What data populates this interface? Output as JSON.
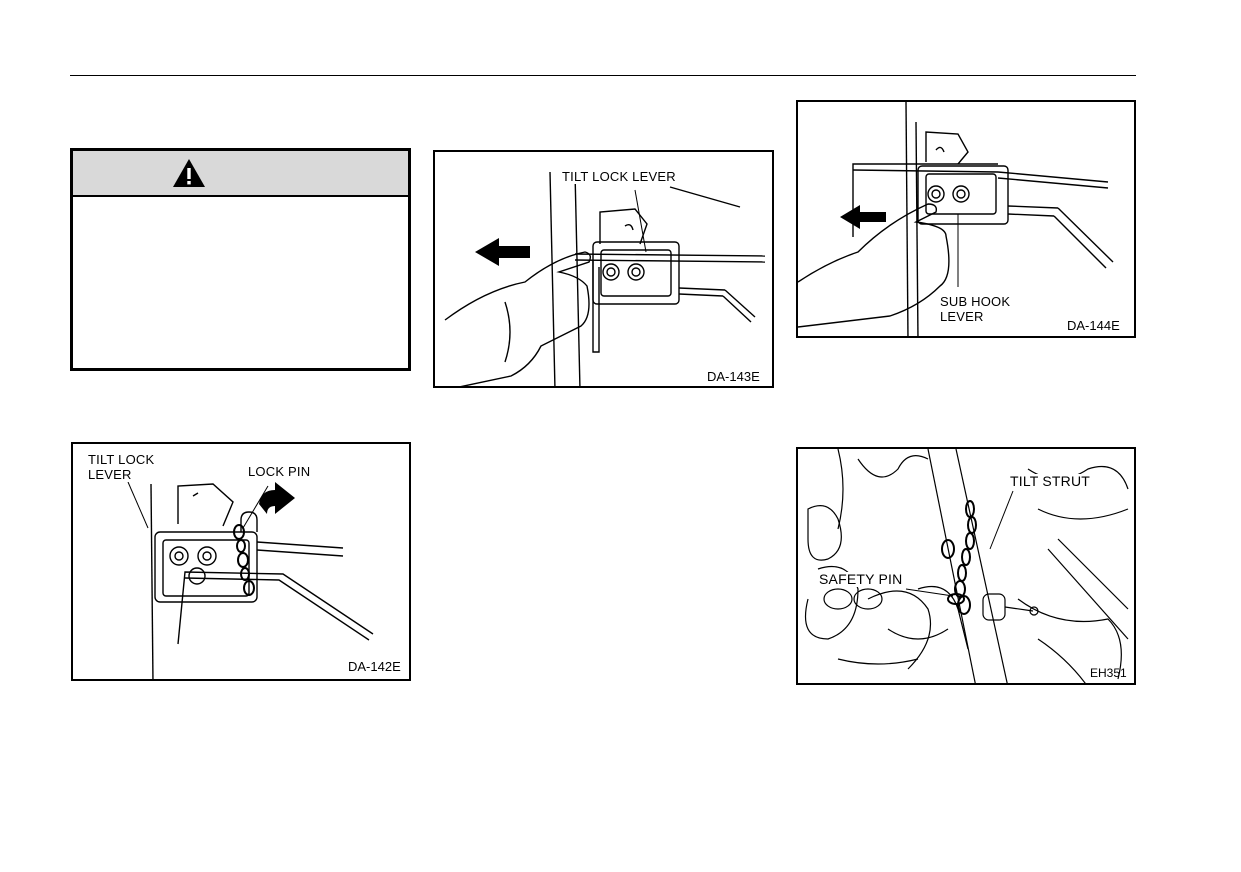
{
  "warning_box": {
    "icon": "warning-triangle-icon"
  },
  "figures": {
    "da143e": {
      "label_tilt_lock_lever": "TILT LOCK LEVER",
      "code": "DA-143E"
    },
    "da144e": {
      "label_sub_hook_lever": "SUB HOOK\nLEVER",
      "code": "DA-144E"
    },
    "da142e": {
      "label_tilt_lock_lever": "TILT LOCK\nLEVER",
      "label_lock_pin": "LOCK PIN",
      "code": "DA-142E"
    },
    "eh351": {
      "label_tilt_strut": "TILT STRUT",
      "label_safety_pin": "SAFETY PIN",
      "code": "EH351"
    }
  }
}
